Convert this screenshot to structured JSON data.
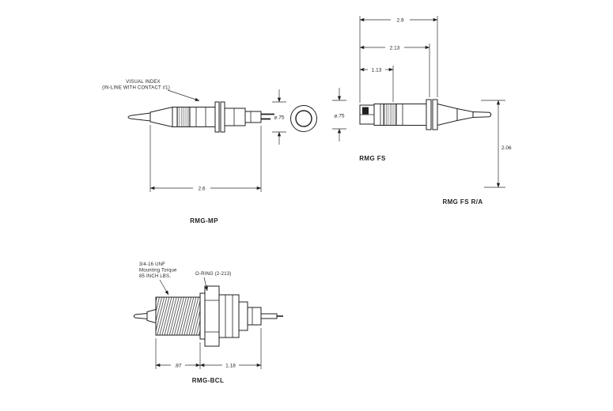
{
  "meta": {
    "background": "#ffffff",
    "line_color": "#1f1f1f",
    "drawing_type": "connector outline drawings"
  },
  "rmg_mp": {
    "label": "RMG-MP",
    "visual_index_note": {
      "line1": "VISUAL INDEX",
      "line2": "(IN-LINE WITH CONTACT #1)"
    },
    "dims": {
      "diameter": "⌀.75",
      "overall_length": "2.6"
    }
  },
  "rmg_fs": {
    "label": "RMG FS",
    "dims": {
      "diameter": "⌀.75",
      "overall_length": "2.9",
      "body_length": "2.13",
      "front_length": "1.13"
    }
  },
  "rmg_fs_ra": {
    "label": "RMG FS R/A",
    "dims": {
      "height": "2.06"
    }
  },
  "rmg_bcl": {
    "label": "RMG-BCL",
    "mounting_note": {
      "line1": "3/4-16 UNF",
      "line2": "Mounting Torque",
      "line3": "85 INCH LBS."
    },
    "oring_note": "O-RING (2-213)",
    "dims": {
      "thread_length": ".87",
      "body_length": "1.18"
    }
  }
}
